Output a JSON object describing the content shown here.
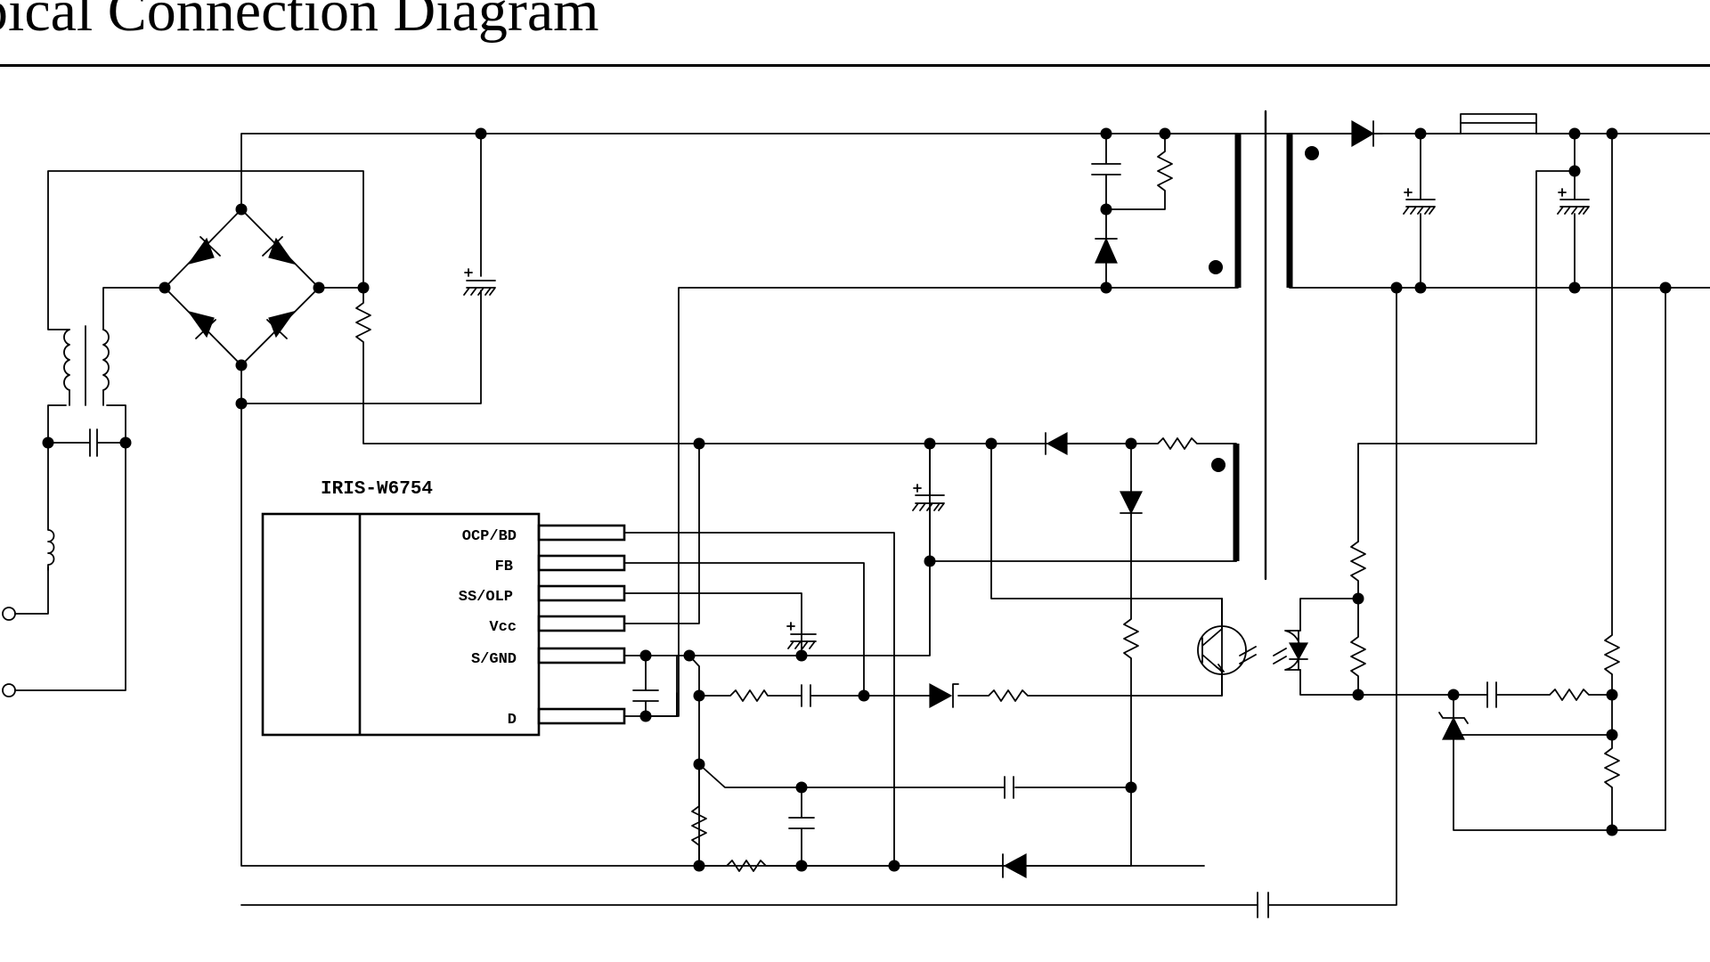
{
  "title": "pical Connection Diagram",
  "ic": {
    "name": "IRIS-W6754",
    "pins": [
      "OCP/BD",
      "FB",
      "SS/OLP",
      "Vcc",
      "S/GND",
      "D"
    ]
  }
}
